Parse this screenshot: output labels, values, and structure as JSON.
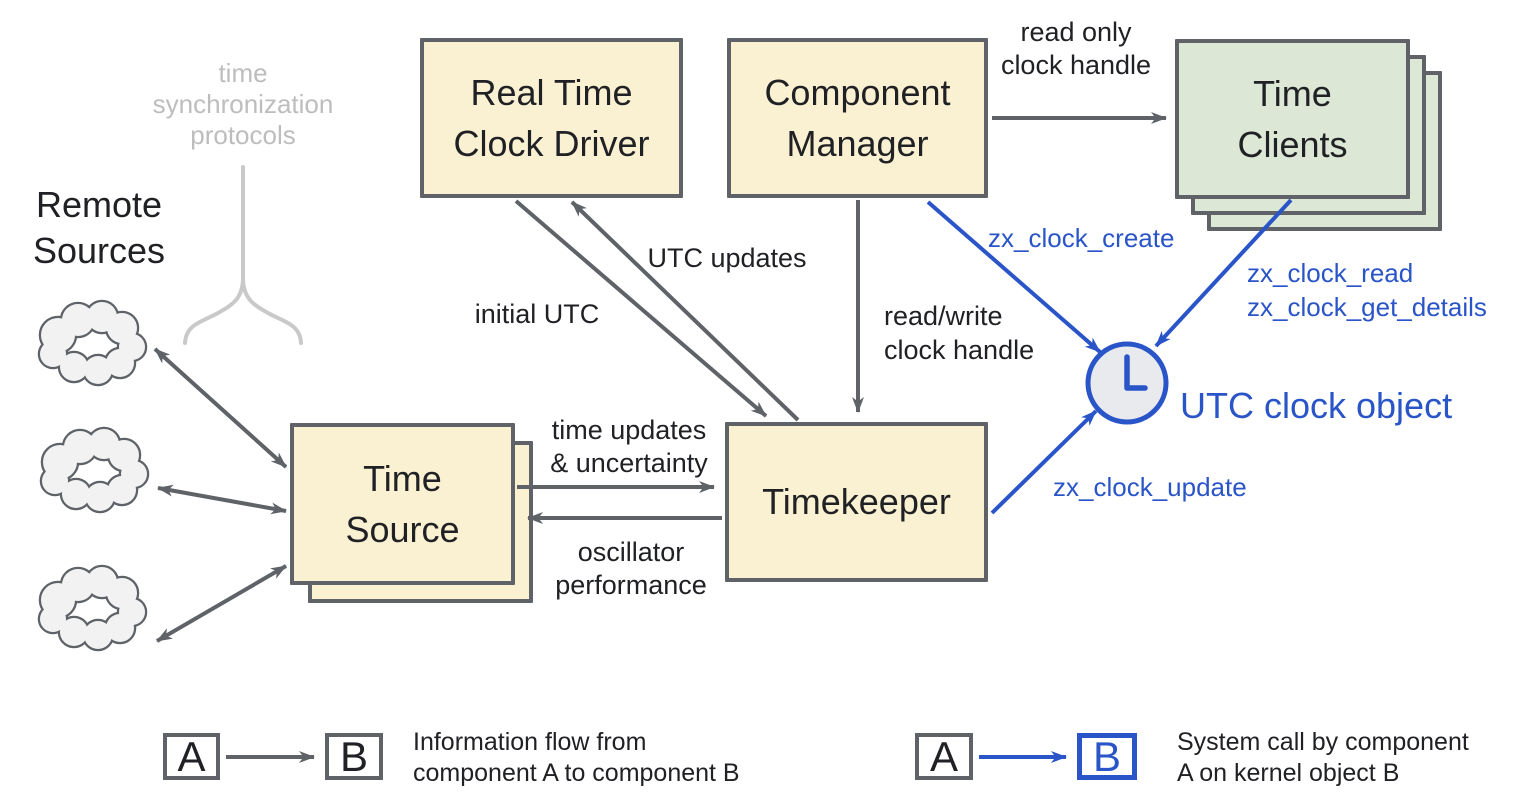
{
  "diagram": {
    "boxes": {
      "rtc_driver": "Real Time\nClock Driver",
      "component_manager": "Component\nManager",
      "time_clients": "Time\nClients",
      "time_source": "Time\nSource",
      "timekeeper": "Timekeeper"
    },
    "labels": {
      "protocols": "time\nsynchronization\nprotocols",
      "remote_sources": "Remote\nSources",
      "read_only": "read only\nclock handle",
      "utc_updates": "UTC updates",
      "initial_utc": "initial UTC",
      "read_write": "read/write\nclock handle",
      "time_updates": "time updates\n& uncertainty",
      "oscillator": "oscillator\nperformance",
      "utc_clock_object": "UTC clock object"
    },
    "syscalls": {
      "create": "zx_clock_create",
      "read": "zx_clock_read\nzx_clock_get_details",
      "update": "zx_clock_update"
    },
    "legend": {
      "flow": {
        "a": "A",
        "b": "B",
        "text": "Information flow from\ncomponent A to component B"
      },
      "syscall": {
        "a": "A",
        "b": "B",
        "text": "System call by component\nA on kernel object B"
      }
    },
    "colors": {
      "component_fill": "#FAF0D2",
      "clients_fill": "#DCE8D5",
      "outline_gray": "#5F6368",
      "syscall_blue": "#2A55C8",
      "muted_gray": "#BDBDBD",
      "cloud_fill": "#F2F2F2",
      "clock_fill": "#E9EAED"
    }
  }
}
